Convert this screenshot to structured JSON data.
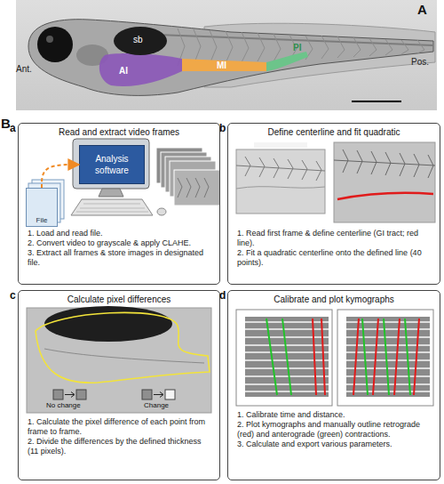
{
  "diagram": {
    "nodes": [
      {
        "text": [
          "a",
          "Read and extract video frames",
          "1. Load and read file.",
          "2. Convert video to grayscale & apply CLAHE.",
          "3. Extract all frames & store images in designated file."
        ]
      },
      {
        "text": [
          "File"
        ],
        "in": 0
      },
      {
        "text": [
          "Analysis software"
        ],
        "in": 0
      },
      {
        "text": [
          "b",
          "Define centerline and fit quadratic",
          "1. Read first frame & define centerline (GI tract; red line).",
          "2. Fit a quadratic centerline onto the defined line (40 points)."
        ]
      },
      {
        "text": [
          "c",
          "Calculate pixel differences",
          "1. Calculate the pixel difference of each point from frame to frame.",
          "2. Divide the differences by the defined thickness (11 pixels)."
        ]
      },
      {
        "text": [
          "d",
          "Calibrate and plot kymographs",
          "1. Calibrate time and distance.",
          "2. Plot kymographs and manually outline retrograde (red) and anterograde (green) contractions.",
          "3. Calculate and export various parameters."
        ]
      }
    ],
    "edges": [
      {
        "from": 1,
        "to": 2,
        "arrow": "to"
      }
    ],
    "labels": [
      "A",
      "Ant.",
      "sb",
      "AI",
      "MI",
      "PI",
      "Pos.",
      "B",
      "No change",
      "Change"
    ]
  }
}
